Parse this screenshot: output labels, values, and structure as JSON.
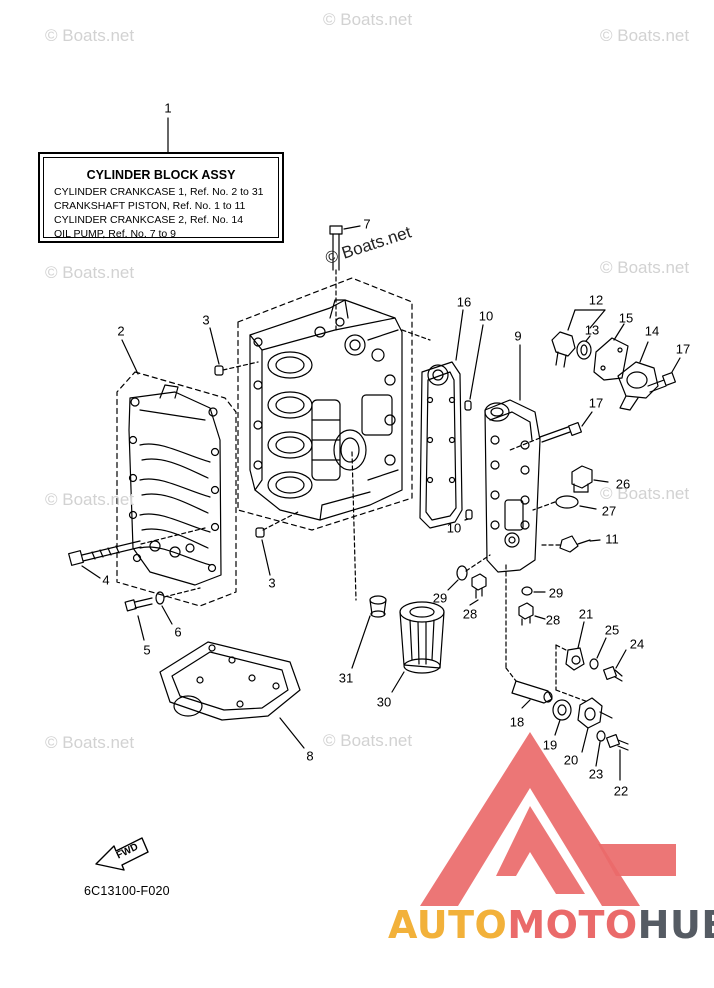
{
  "watermark": {
    "text": "© Boats.net"
  },
  "legend": {
    "title": "CYLINDER BLOCK ASSY",
    "lines": [
      "CYLINDER CRANKCASE 1,  Ref. No. 2 to 31",
      "CRANKSHAFT PISTON,  Ref. No. 1 to 11",
      "CYLINDER CRANKCASE 2,  Ref. No. 14",
      "OIL PUMP,  Ref. No. 7 to 9"
    ]
  },
  "callouts": {
    "c1": "1",
    "c2": "2",
    "c3a": "3",
    "c3b": "3",
    "c4": "4",
    "c5": "5",
    "c6": "6",
    "c7": "7",
    "c8": "8",
    "c9": "9",
    "c10a": "10",
    "c10b": "10",
    "c11": "11",
    "c12": "12",
    "c13": "13",
    "c14": "14",
    "c15": "15",
    "c16": "16",
    "c17a": "17",
    "c17b": "17",
    "c18": "18",
    "c19": "19",
    "c20": "20",
    "c21": "21",
    "c22": "22",
    "c23": "23",
    "c24": "24",
    "c25": "25",
    "c26": "26",
    "c27": "27",
    "c28a": "28",
    "c28b": "28",
    "c29a": "29",
    "c29b": "29",
    "c30": "30",
    "c31": "31"
  },
  "fwd_label": "FWD",
  "figure_code": "6C13100-F020",
  "brand": {
    "part1": "AUTO",
    "part2": "MOTO",
    "part3": "HUB",
    "colors": {
      "auto": "#f2b13a",
      "moto": "#ea6a6a",
      "hub": "#555b63",
      "logo": "#ea6a6a"
    }
  }
}
